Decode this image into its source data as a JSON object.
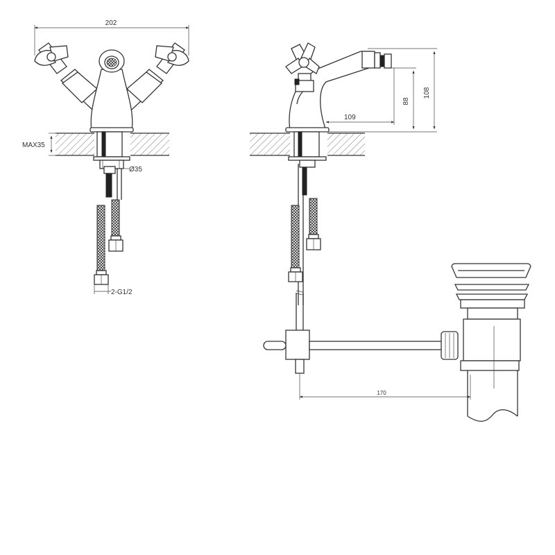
{
  "front_view": {
    "width_label": "202",
    "thickness_label": "MAX35",
    "hole_label": "Ø35",
    "thread_label": "2-G1/2"
  },
  "side_view": {
    "height_label": "108",
    "spout_height_label": "88",
    "reach_label": "109"
  },
  "waste_view": {
    "rod_length_label": "170"
  }
}
